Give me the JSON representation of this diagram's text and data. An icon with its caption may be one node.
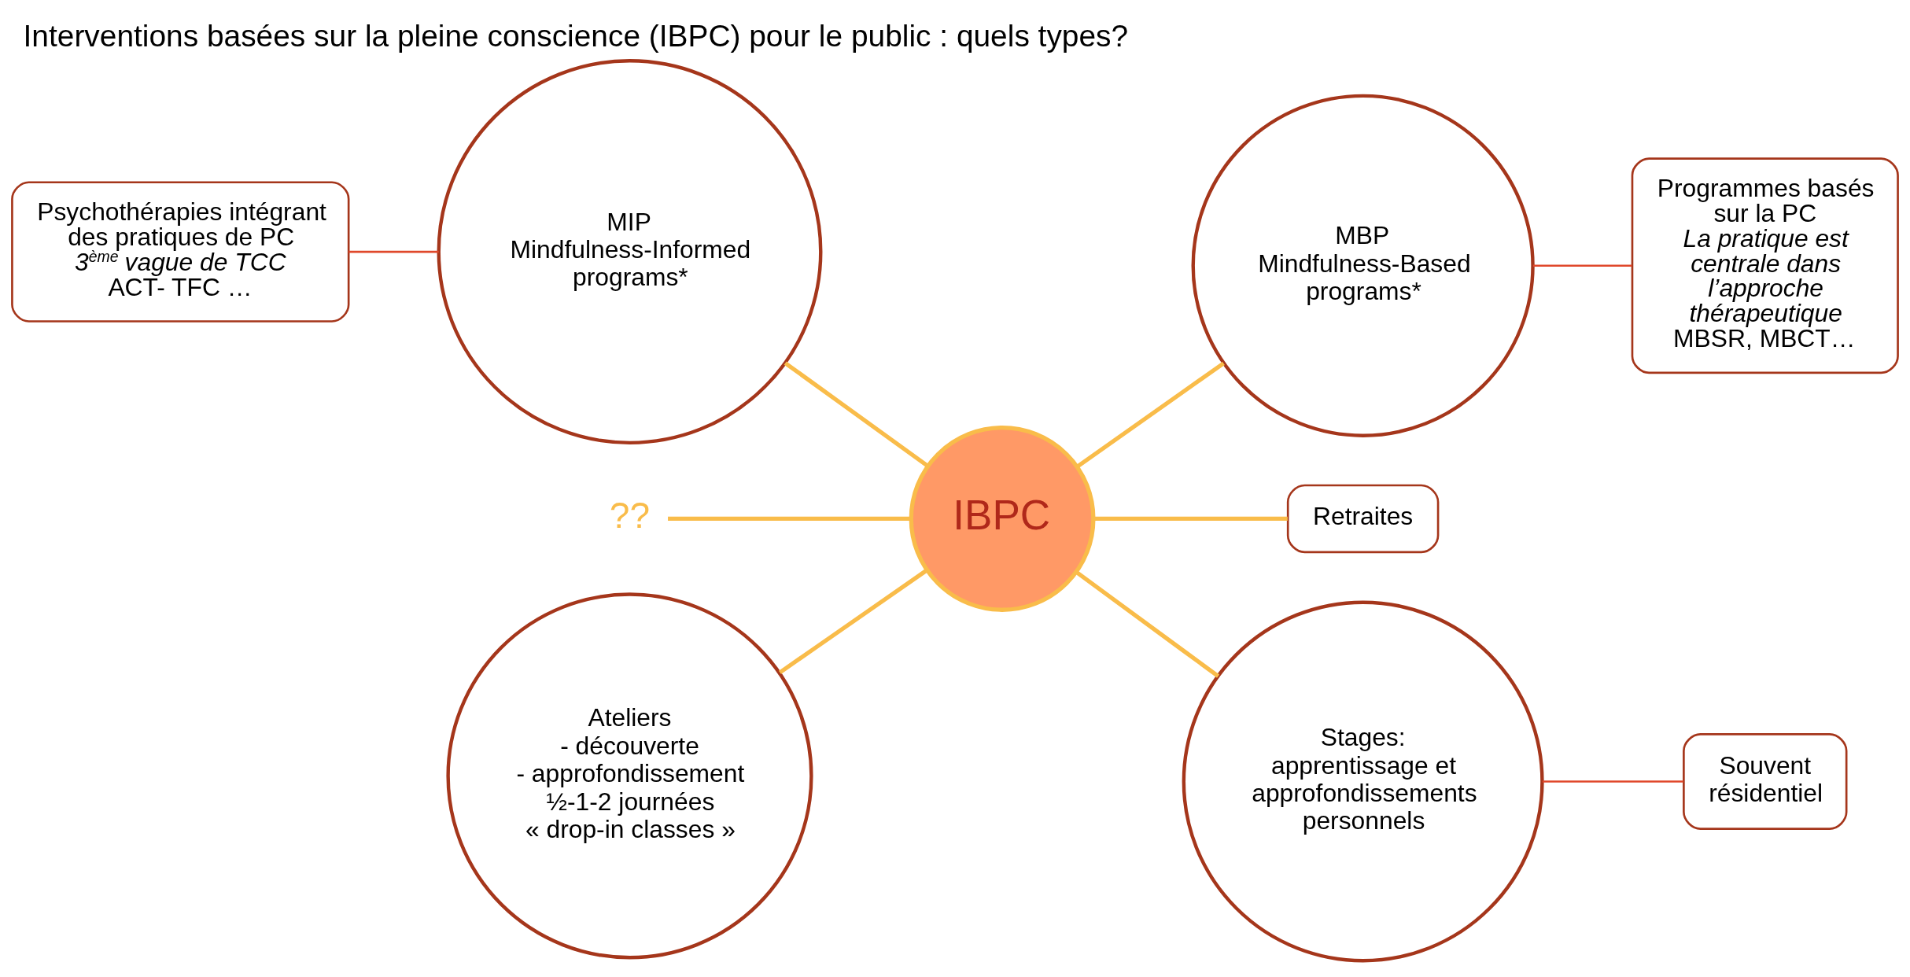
{
  "diagram": {
    "title": "Interventions basées sur la pleine conscience (IBPC) pour le public : quels types?",
    "nodes": [
      {
        "text": [
          "IBPC"
        ]
      },
      {
        "text": [
          "MIP",
          "Mindfulness-Informed programs*"
        ]
      },
      {
        "text": [
          "Psychothérapies intégrant des pratiques de PC",
          "3$^{ème}$ vague de TCC",
          "ACT- TFC …"
        ]
      },
      {
        "text": [
          "MBP",
          "Mindfulness-Based programs*"
        ]
      },
      {
        "text": [
          "Programmes basés sur la PC",
          "La pratique est centrale dans l’approche thérapeutique",
          "MBSR, MBCT…"
        ]
      },
      {
        "text": [
          "??"
        ]
      },
      {
        "text": [
          "Retraites"
        ]
      },
      {
        "text": [
          "Ateliers",
          "- découverte",
          "- approfondissement",
          "½-1-2 journées",
          "« drop-in classes »"
        ]
      },
      {
        "text": [
          "Stages:",
          "apprentissage et approfondissements personnels"
        ]
      },
      {
        "text": [
          "Souvent résidentiel"
        ]
      }
    ],
    "edges": [
      {
        "from": 1,
        "to": 0,
        "arrow": "none"
      },
      {
        "from": 5,
        "to": 0,
        "arrow": "none"
      },
      {
        "from": 7,
        "to": 0,
        "arrow": "none"
      },
      {
        "from": 0,
        "to": 3,
        "arrow": "none"
      },
      {
        "from": 0,
        "to": 6,
        "arrow": "none"
      },
      {
        "from": 0,
        "to": 8,
        "arrow": "none"
      },
      {
        "from": 2,
        "to": 1,
        "arrow": "none",
        "color": "#e0482b"
      },
      {
        "from": 3,
        "to": 4,
        "arrow": "none",
        "color": "#e0482b"
      },
      {
        "from": 8,
        "to": 9,
        "arrow": "none",
        "color": "#e0482b"
      }
    ]
  }
}
